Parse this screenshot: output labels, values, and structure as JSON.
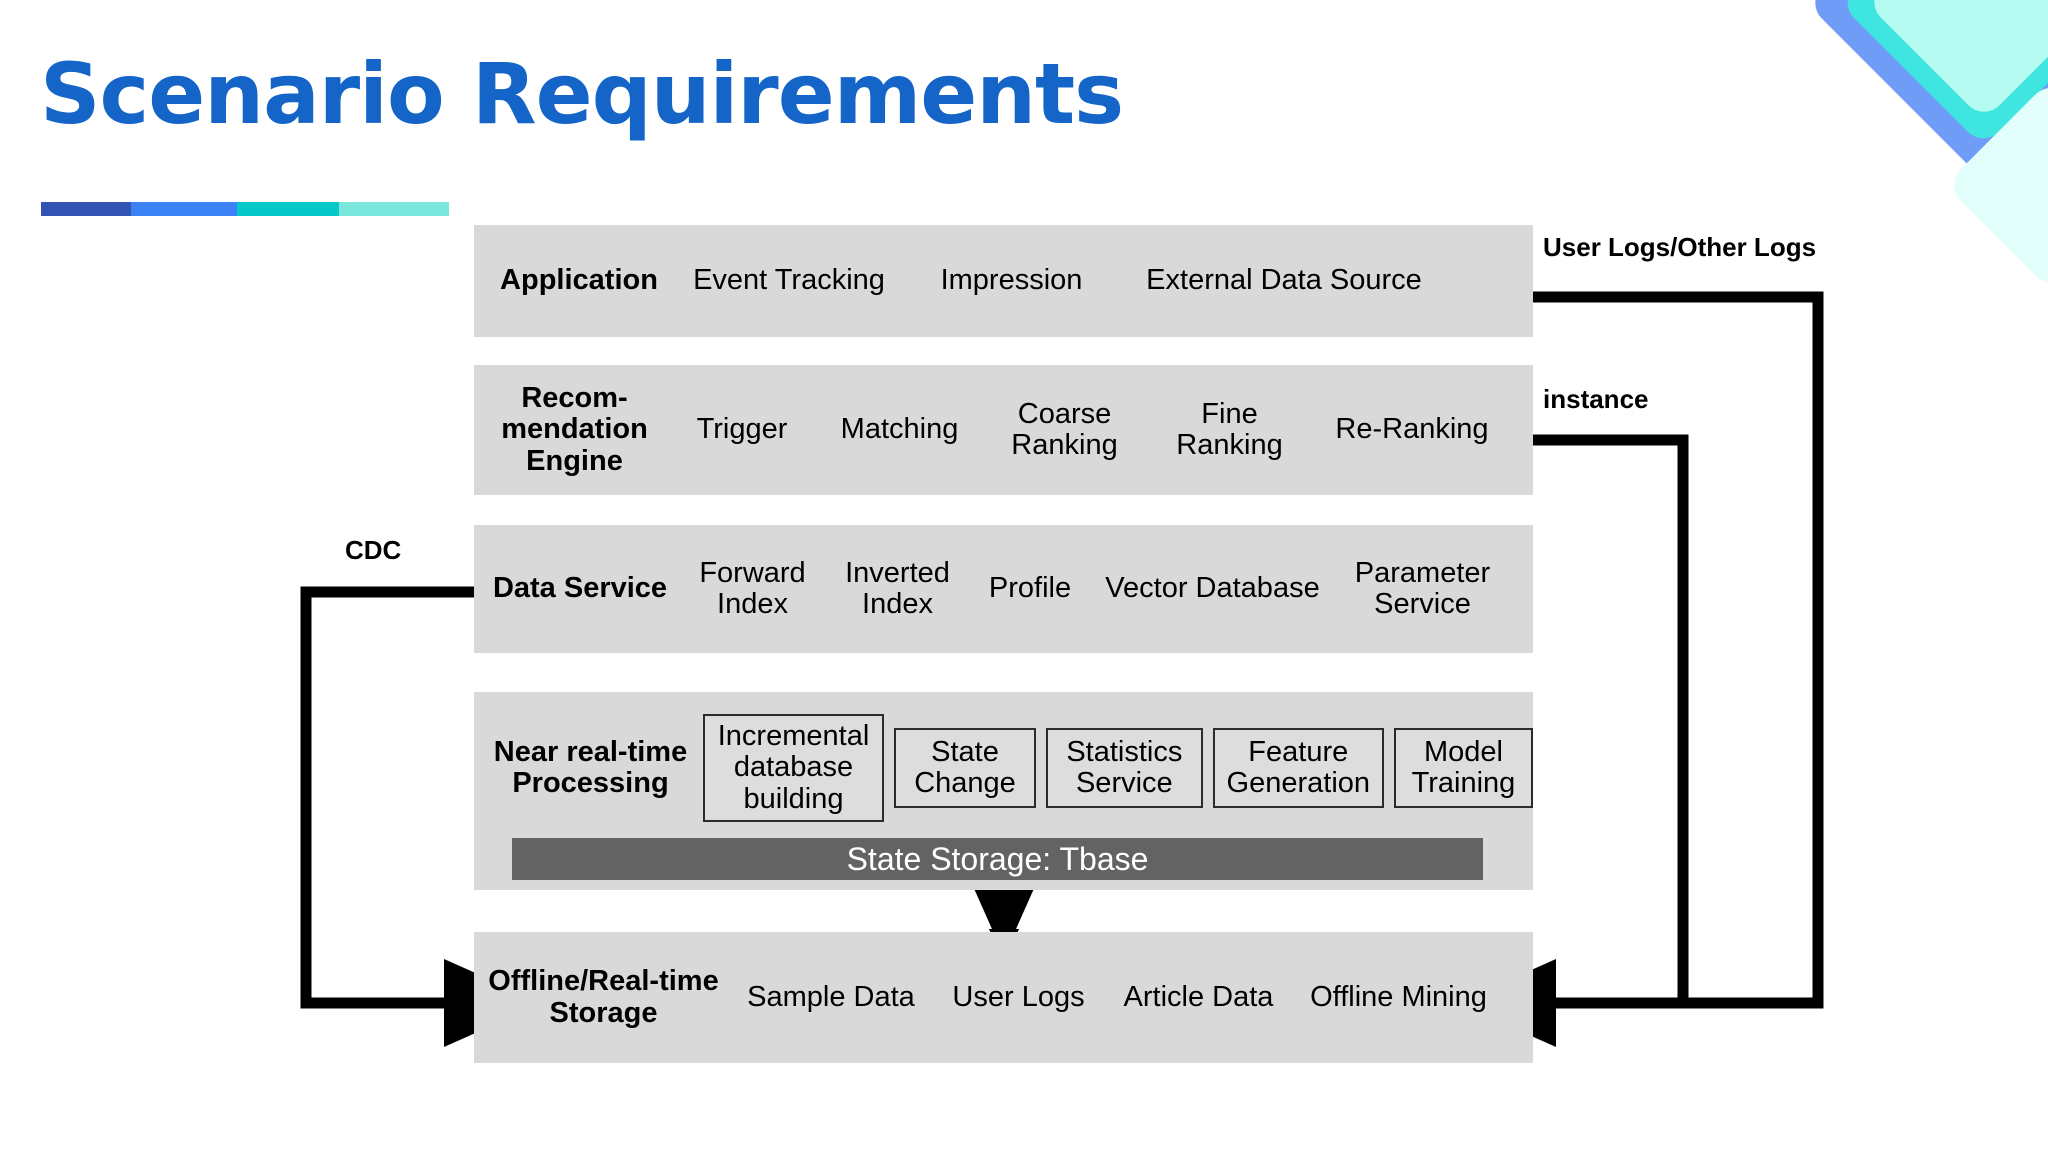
{
  "title": "Scenario Requirements",
  "accent_colors": [
    "#3454b4",
    "#3b82f6",
    "#06c8c8",
    "#7ae6dc"
  ],
  "title_color": "#1565c8",
  "band_color": "#d9d9d9",
  "state_storage_color": "#636363",
  "diagram": {
    "rows": [
      {
        "id": "application",
        "label": "Application",
        "items": [
          "Event Tracking",
          "Impression",
          "External Data Source"
        ]
      },
      {
        "id": "recommendation-engine",
        "label": "Recom-\nmendation\nEngine",
        "label_lines": [
          "Recom-",
          "mendation",
          "Engine"
        ],
        "items": [
          "Trigger",
          "Matching",
          "Coarse\nRanking",
          "Fine\nRanking",
          "Re-Ranking"
        ]
      },
      {
        "id": "data-service",
        "label": "Data Service",
        "items": [
          "Forward\nIndex",
          "Inverted\nIndex",
          "Profile",
          "Vector Database",
          "Parameter\nService"
        ]
      },
      {
        "id": "near-real-time-processing",
        "label": "Near real-time\nProcessing",
        "label_lines": [
          "Near real-time",
          "Processing"
        ],
        "boxes": [
          "Incremental\ndatabase\nbuilding",
          "State\nChange",
          "Statistics\nService",
          "Feature\nGeneration",
          "Model\nTraining"
        ],
        "state_storage": "State Storage: Tbase"
      },
      {
        "id": "offline-realtime-storage",
        "label": "Offline/Real-time\nStorage",
        "label_lines": [
          "Offline/Real-time",
          "Storage"
        ],
        "items": [
          "Sample Data",
          "User Logs",
          "Article Data",
          "Offline Mining"
        ]
      }
    ],
    "edge_labels": {
      "cdc": "CDC",
      "user_logs": "User Logs/Other Logs",
      "instance": "instance"
    }
  }
}
